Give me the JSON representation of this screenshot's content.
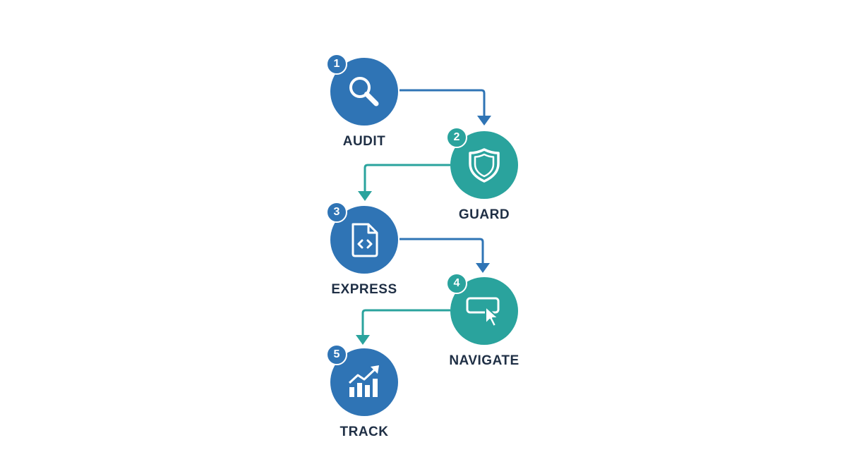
{
  "colors": {
    "blue": "#2f74b5",
    "teal": "#2aa39d",
    "label": "#1f2f45"
  },
  "steps": [
    {
      "number": "1",
      "label": "AUDIT",
      "icon": "magnifying-glass-icon",
      "color": "blue"
    },
    {
      "number": "2",
      "label": "GUARD",
      "icon": "shield-icon",
      "color": "teal"
    },
    {
      "number": "3",
      "label": "EXPRESS",
      "icon": "code-file-icon",
      "color": "blue"
    },
    {
      "number": "4",
      "label": "NAVIGATE",
      "icon": "cursor-click-icon",
      "color": "teal"
    },
    {
      "number": "5",
      "label": "TRACK",
      "icon": "growth-chart-icon",
      "color": "blue"
    }
  ]
}
